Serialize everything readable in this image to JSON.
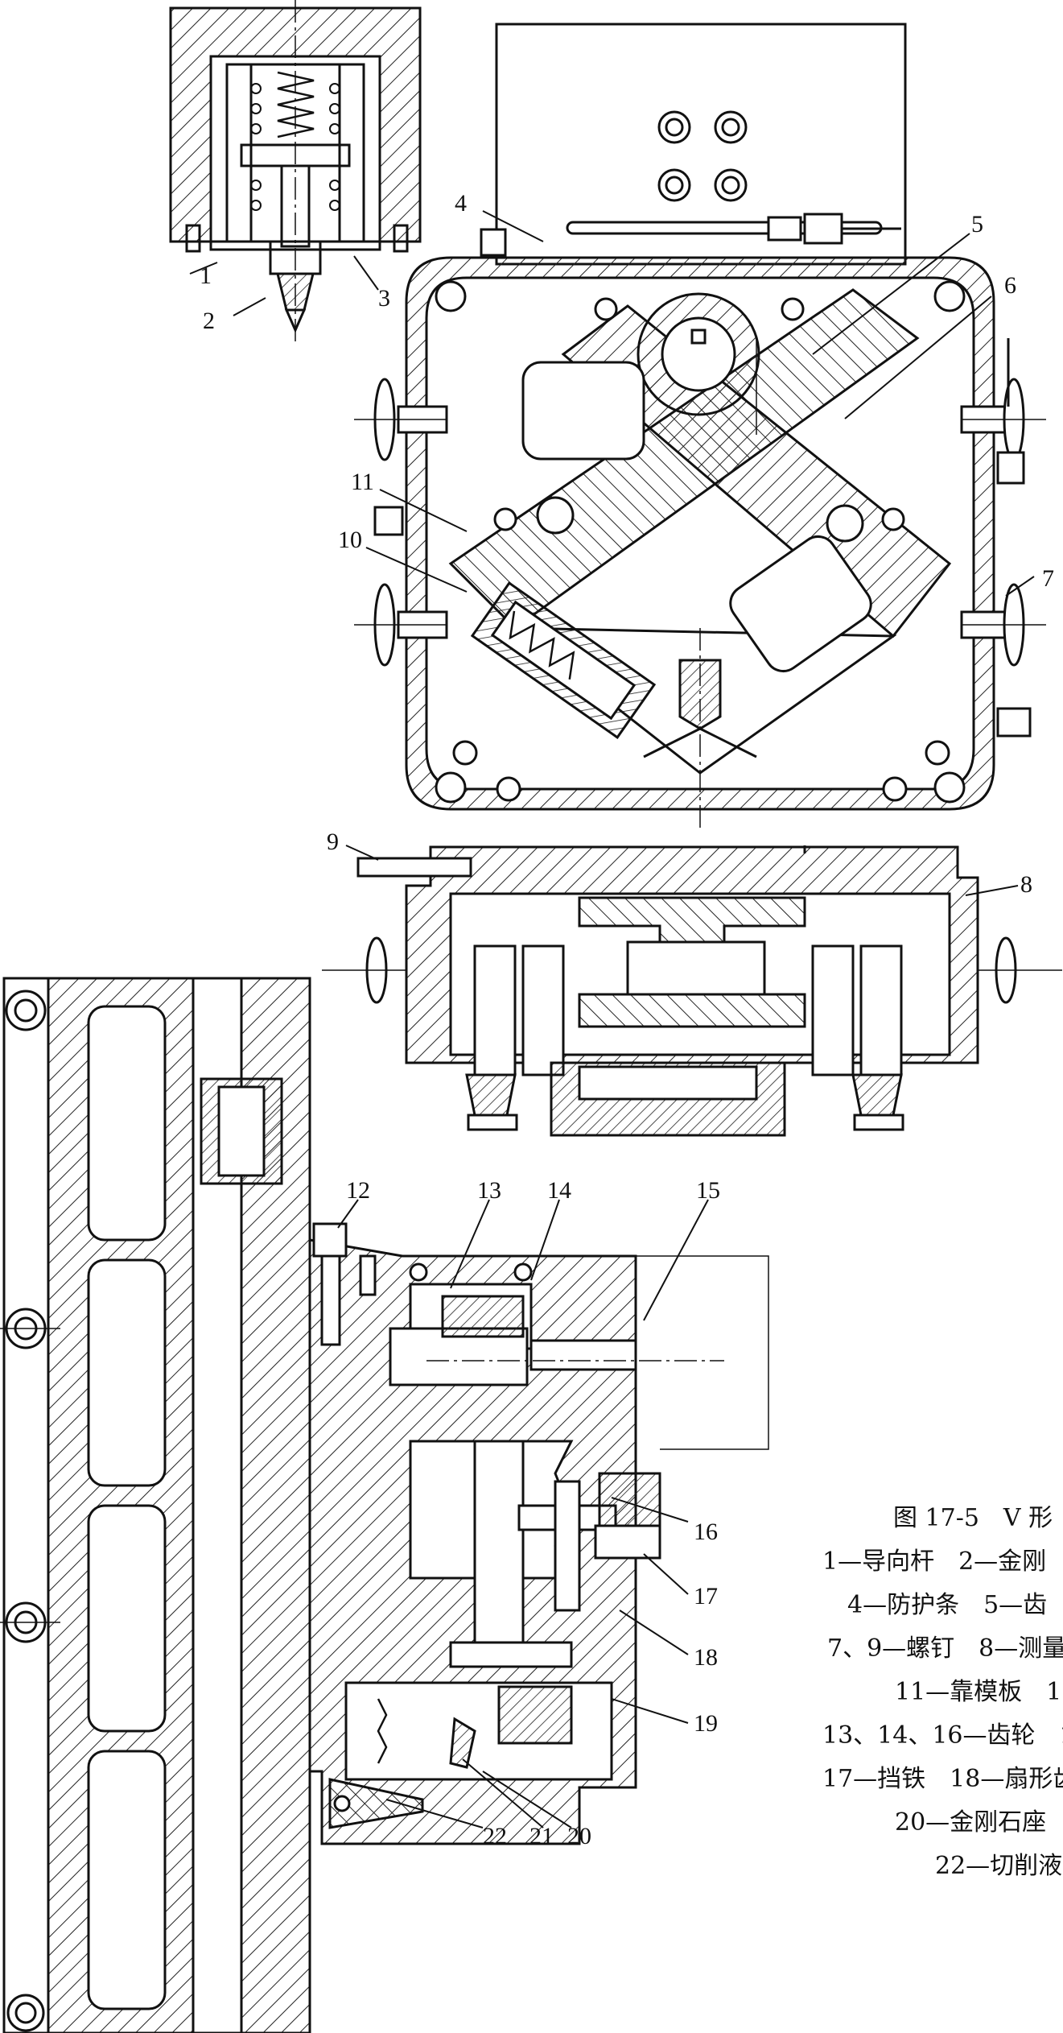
{
  "figure": {
    "title": "图 17-5　V 形",
    "legend": [
      "1—导向杆　2—金刚",
      "4—防护条　5—齿",
      "7、9—螺钉　8—测量",
      "11—靠模板　1",
      "13、14、16—齿轮　1",
      "17—挡铁　18—扇形齿",
      "20—金刚石座",
      "22—切削液"
    ]
  },
  "part_numbers": {
    "n1": "1",
    "n2": "2",
    "n3": "3",
    "n4": "4",
    "n5": "5",
    "n6": "6",
    "n7": "7",
    "n8": "8",
    "n9": "9",
    "n10": "10",
    "n11": "11",
    "n12": "12",
    "n13": "13",
    "n14": "14",
    "n15": "15",
    "n16": "16",
    "n17": "17",
    "n18": "18",
    "n19": "19",
    "n20": "20",
    "n21": "21",
    "n22": "22"
  },
  "colors": {
    "line": "#111111",
    "background": "#ffffff"
  }
}
